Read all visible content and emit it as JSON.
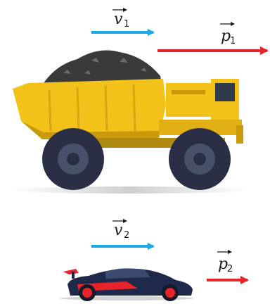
{
  "colors": {
    "velocity_arrow": "#1aa8e6",
    "momentum_arrow": "#e8232a",
    "truck_body": "#f2c21a",
    "truck_shadow": "#c99a0c",
    "coal": "#3a3a3a",
    "tire": "#2a2f45",
    "car_body": "#1f2a4a",
    "car_accent": "#e8232a"
  },
  "labels": {
    "v1": {
      "symbol": "v",
      "sub": "1"
    },
    "p1": {
      "symbol": "p",
      "sub": "1"
    },
    "v2": {
      "symbol": "v",
      "sub": "2"
    },
    "p2": {
      "symbol": "p",
      "sub": "2"
    }
  },
  "vehicles": [
    {
      "name": "dump-truck",
      "icon": "dump-truck-image"
    },
    {
      "name": "sports-car",
      "icon": "sports-car-image"
    }
  ]
}
